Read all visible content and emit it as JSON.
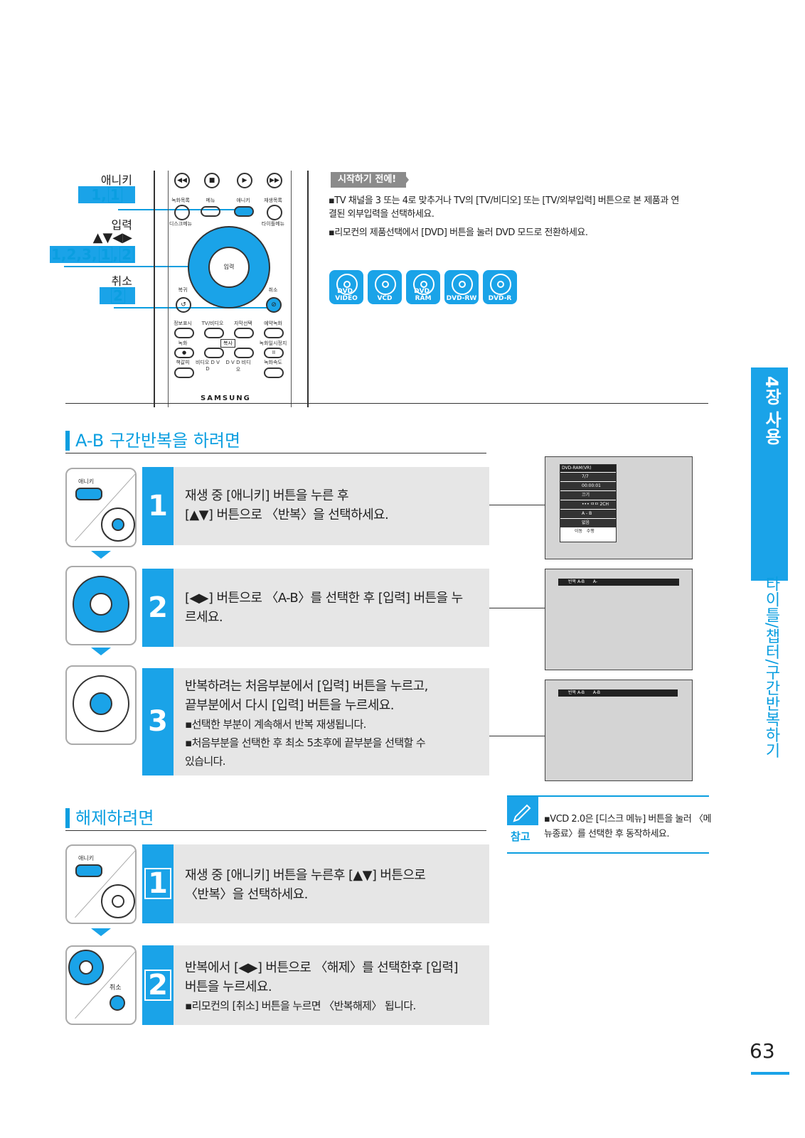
{
  "remote_labels": {
    "anykey": "애니키",
    "anykey_steps_prefix": "1,",
    "anykey_steps_box": "1",
    "enter": "입력",
    "arrows": "▲▼◀▶",
    "enter_steps_prefix": "1,2,3,",
    "enter_steps_box1": "1",
    "enter_steps_comma": ",",
    "enter_steps_box2": "2",
    "cancel": "취소",
    "cancel_step_box": "2"
  },
  "remote": {
    "row1": [
      "녹화목록",
      "메뉴",
      "애니키",
      "재생목록"
    ],
    "row2": [
      "디스크메뉴",
      "타이틀메뉴"
    ],
    "enter": "입력",
    "back": "복귀",
    "cancel": "취소",
    "row3": [
      "정보표시",
      "TV/비디오",
      "자막선택",
      "예약녹화"
    ],
    "record": "녹화",
    "copy": "복사",
    "pause": "녹화일시정지",
    "row4": [
      "책갈피",
      "비디오 D V D",
      "D V D 비디오",
      "녹화속도"
    ],
    "brand": "SAMSUNG"
  },
  "intro": {
    "tag": "시작하기 전에!",
    "bullet1": "▪TV 채널을 3 또는 4로 맞추거나 TV의 [TV/비디오] 또는 [TV/외부입력] 버튼으로 본 제품과  연결된 외부입력을 선택하세요.",
    "bullet2": "▪리모컨의 제품선택에서 [DVD] 버튼을 눌러 DVD 모드로 전환하세요."
  },
  "discs": [
    "DVD-VIDEO",
    "VCD",
    "DVD-RAM",
    "DVD-RW",
    "DVD-R"
  ],
  "section1": {
    "title": "A-B 구간반복을 하려면",
    "steps": [
      {
        "num": "1",
        "lines": [
          "재생 중 [애니키] 버튼을 누른 후",
          "[▲▼] 버튼으로 〈반복〉을 선택하세요."
        ],
        "subs": []
      },
      {
        "num": "2",
        "lines": [
          "[◀▶] 버튼으로 〈A-B〉를 선택한 후 [입력] 버튼을   누",
          "르세요."
        ],
        "subs": []
      },
      {
        "num": "3",
        "lines": [
          "반복하려는 처음부분에서 [입력] 버튼을 누르고,",
          "끝부분에서 다시 [입력] 버튼을 누르세요."
        ],
        "subs": [
          "▪선택한 부분이 계속해서 반복 재생됩니다.",
          "▪처음부분을 선택한 후 최소 5초후에 끝부분을 선택할 수",
          "  있습니다."
        ]
      }
    ]
  },
  "thumb_label": "애니키",
  "thumb_cancel": "취소",
  "osd": {
    "header": "DVD-RAM(VR)",
    "rows": [
      "7/7",
      "00:00:01",
      "끄기",
      "••• ㅁㅁ 2CH",
      "A - B",
      "없음"
    ],
    "footer_a": "이동",
    "footer_b": "수행",
    "bar2_label": "반복 A-B",
    "bar2_val": "A-",
    "bar3_label": "반복 A-B",
    "bar3_val": "A-B"
  },
  "section2": {
    "title": "해제하려면",
    "steps": [
      {
        "num": "1",
        "lines": [
          "재생 중 [애니키] 버튼을 누른후 [▲▼] 버튼으로",
          "〈반복〉을 선택하세요."
        ],
        "subs": []
      },
      {
        "num": "2",
        "lines": [
          "반복에서 [◀▶] 버튼으로 〈해제〉를 선택한후 [입력]",
          "버튼을 누르세요."
        ],
        "subs": [
          "▪리모컨의 [취소] 버튼을 누르면 〈반복해제〉 됩니다."
        ]
      }
    ]
  },
  "note": {
    "label": "참고",
    "text": "▪VCD 2.0은 [디스크 메뉴] 버튼을 눌러 〈메뉴종료〉를 선택한 후 동작하세요."
  },
  "side": {
    "chapter": "4장 사용",
    "topic": "타이틀/챕터/구간반복하기"
  },
  "page_number": "63",
  "colors": {
    "accent": "#1aa3e8",
    "panel": "#e6e6e6"
  }
}
